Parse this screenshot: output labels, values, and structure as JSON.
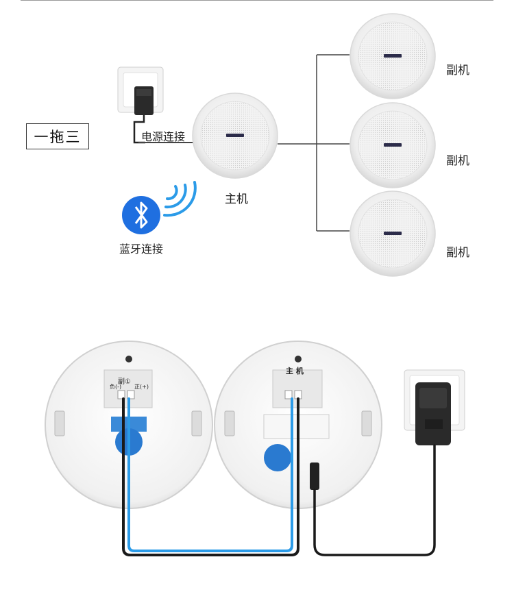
{
  "badge": "一拖三",
  "labels": {
    "power": "电源连接",
    "main": "主机",
    "bluetooth": "蓝牙连接",
    "sub1": "副机",
    "sub2": "副机",
    "sub3": "副机"
  },
  "back_panels": {
    "left_tag": "副①",
    "right_tag": "主 机",
    "terminal_left": "负(-)",
    "terminal_right": "正(+)"
  },
  "colors": {
    "bluetooth": "#1f6fe0",
    "wire_blue": "#2b9be8",
    "wire_black": "#1a1a1a",
    "line": "#444444"
  }
}
